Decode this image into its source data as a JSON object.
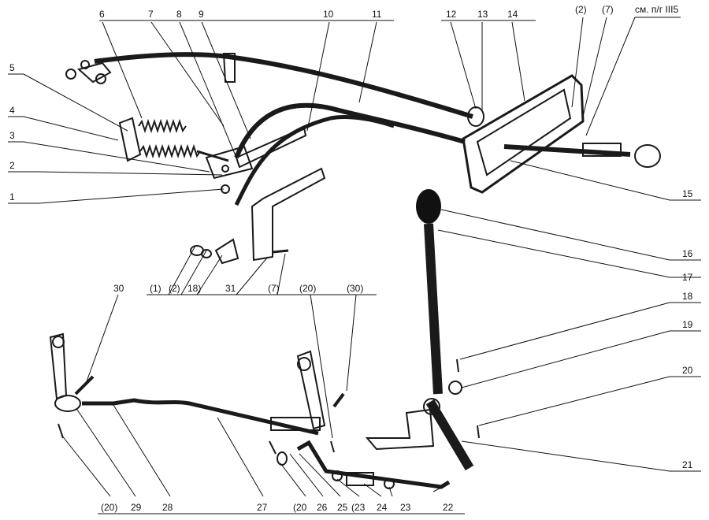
{
  "figure": {
    "reference_note": "см. п/г III5",
    "callouts": [
      "1",
      "2",
      "3",
      "4",
      "5",
      "6",
      "7",
      "8",
      "9",
      "10",
      "11",
      "12",
      "13",
      "14",
      "15",
      "16",
      "17",
      "18",
      "19",
      "20",
      "21",
      "22",
      "23",
      "24",
      "25",
      "26",
      "27",
      "28",
      "29",
      "30",
      "31"
    ],
    "bracket_callouts": {
      "p2_top": "(2)",
      "p7_top": "(7)",
      "p1": "(1)",
      "p2": "(2)",
      "p18": "18)",
      "p7_mid": "(7)",
      "p20_top": "(20)",
      "p30_top": "(30)",
      "p20_bottom_left": "(20)",
      "p20_bottom_mid": "(20",
      "p23_mid": "(23"
    }
  }
}
